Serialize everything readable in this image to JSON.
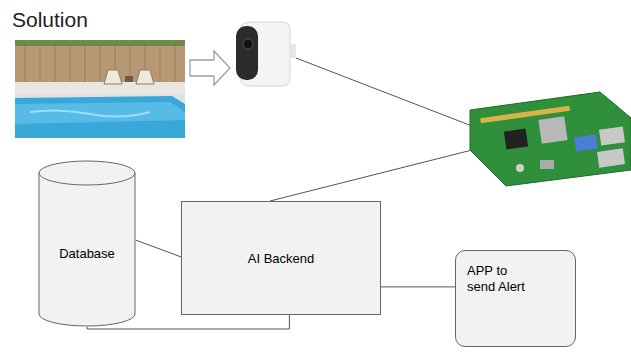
{
  "diagram": {
    "title": "Solution",
    "nodes": [
      {
        "text": [
          "Database"
        ]
      },
      {
        "text": [
          "AI Backend"
        ]
      },
      {
        "text": [
          "APP to send Alert"
        ]
      }
    ],
    "edges": [
      {
        "from": 0,
        "to": 1,
        "arrow": "none"
      },
      {
        "from": 0,
        "to": 2,
        "arrow": "none"
      }
    ]
  }
}
